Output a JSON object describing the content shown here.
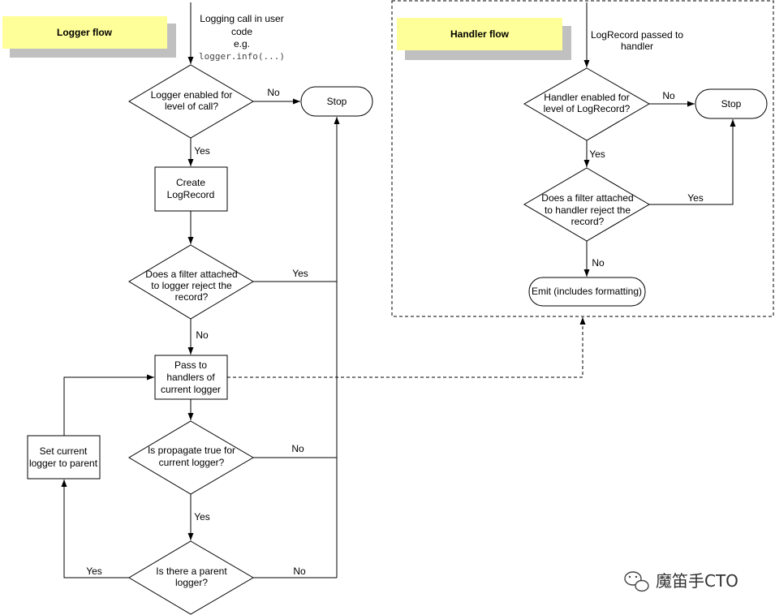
{
  "logger_flow": {
    "title": "Logger flow",
    "entry_line1": "Logging call in user",
    "entry_line2": "code",
    "entry_line3": "e.g.",
    "entry_code": "logger.info(...)",
    "enabled_line1": "Logger enabled for",
    "enabled_line2": "level of call?",
    "enabled_no": "No",
    "enabled_yes": "Yes",
    "stop": "Stop",
    "create_line1": "Create",
    "create_line2": "LogRecord",
    "filter_line1": "Does a filter attached",
    "filter_line2": "to logger reject the",
    "filter_line3": "record?",
    "filter_yes": "Yes",
    "filter_no": "No",
    "pass_line1": "Pass to",
    "pass_line2": "handlers of",
    "pass_line3": "current logger",
    "propagate_line1": "Is propagate true for",
    "propagate_line2": "current logger?",
    "propagate_no": "No",
    "propagate_yes": "Yes",
    "parent_line1": "Is there a parent",
    "parent_line2": "logger?",
    "parent_yes": "Yes",
    "parent_no": "No",
    "setparent_line1": "Set current",
    "setparent_line2": "logger to parent"
  },
  "handler_flow": {
    "title": "Handler flow",
    "entry_line1": "LogRecord passed to",
    "entry_line2": "handler",
    "enabled_line1": "Handler enabled for",
    "enabled_line2": "level of LogRecord?",
    "enabled_no": "No",
    "enabled_yes": "Yes",
    "stop": "Stop",
    "filter_line1": "Does a filter attached",
    "filter_line2": "to handler reject the",
    "filter_line3": "record?",
    "filter_yes": "Yes",
    "filter_no": "No",
    "emit": "Emit (includes formatting)"
  },
  "watermark": {
    "text": "魔笛手CTO"
  },
  "colors": {
    "title_fill": "#ffff99",
    "title_shadow": "#c0c0c0",
    "stroke": "#000000"
  }
}
